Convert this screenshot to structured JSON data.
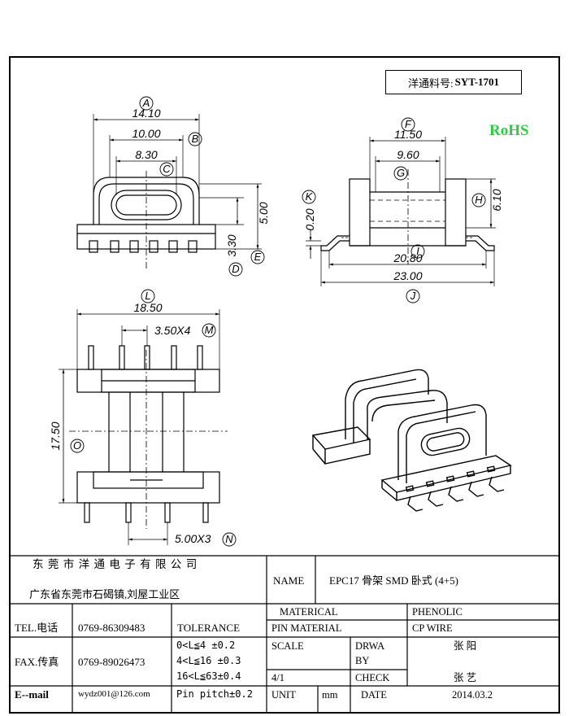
{
  "part_label": {
    "caption": "洋通料号:",
    "value": "SYT-1701"
  },
  "rohs": "RoHS",
  "dimensions": {
    "A": {
      "letter": "A",
      "value": "14.10"
    },
    "B": {
      "letter": "B",
      "value": "10.00"
    },
    "C": {
      "letter": "C",
      "value": "8.30"
    },
    "D": {
      "letter": "D",
      "value": "3.30"
    },
    "E": {
      "letter": "E",
      "value": "5.00"
    },
    "F": {
      "letter": "F",
      "value": "11.50"
    },
    "G": {
      "letter": "G",
      "value": "9.60"
    },
    "H": {
      "letter": "H",
      "value": "6.10"
    },
    "I": {
      "letter": "I",
      "value": "20.80"
    },
    "J": {
      "letter": "J",
      "value": "23.00"
    },
    "K": {
      "letter": "K",
      "value": "0.20"
    },
    "L": {
      "letter": "L",
      "value": "18.50"
    },
    "M": {
      "letter": "M",
      "value": "3.50X4"
    },
    "N": {
      "letter": "N",
      "value": "5.00X3"
    },
    "O": {
      "letter": "O",
      "value": "17.50"
    }
  },
  "title_block": {
    "company": "东 莞 市 洋 通 电 子 有 限 公 司",
    "address": "广东省东莞市石碣镇,刘屋工业区",
    "name_label": "NAME",
    "name_value": "EPC17 骨架 SMD 卧式 (4+5)",
    "tel_label": "TEL.电话",
    "tel_value": "0769-86309483",
    "fax_label": "FAX.传真",
    "fax_value": "0769-89026473",
    "email_label": "E--mail",
    "email_value": "wydz001@126.com",
    "tolerance_label": "TOLERANCE",
    "tolerance_rows": [
      "0<L≦4 ±0.2",
      "4<L≦16 ±0.3",
      "16<L≦63±0.4",
      "Pin pitch±0.2"
    ],
    "material_label": "MATERICAL",
    "material_value": "PHENOLIC",
    "pin_material_label": "PIN MATERIAL",
    "pin_material_value": "CP WIRE",
    "scale_label": "SCALE",
    "scale_value": "4/1",
    "drawn_label_1": "DRWA",
    "drawn_label_2": "BY",
    "drawn_value": "张 阳",
    "check_label": "CHECK",
    "check_value": "张 艺",
    "unit_label": "UNIT",
    "unit_value": "mm",
    "date_label": "DATE",
    "date_value": "2014.03.2"
  }
}
